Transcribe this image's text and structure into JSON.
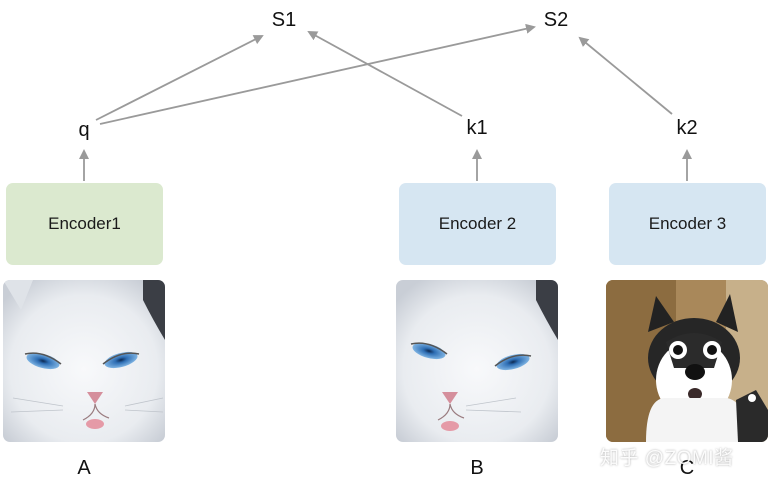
{
  "nodes": {
    "s1": "S1",
    "s2": "S2",
    "q": "q",
    "k1": "k1",
    "k2": "k2"
  },
  "encoders": {
    "enc1": "Encoder1",
    "enc2": "Encoder 2",
    "enc3": "Encoder 3"
  },
  "images": {
    "a": "A",
    "b": "B",
    "c": "C",
    "a_content": "white-cat-photo",
    "b_content": "white-cat-photo",
    "c_content": "husky-dog-photo"
  },
  "watermark": "知乎 @ZOMI酱",
  "colors": {
    "arrow": "#9a9a9a",
    "encoder_green": "#dbe9cf",
    "encoder_blue": "#d6e6f2"
  }
}
